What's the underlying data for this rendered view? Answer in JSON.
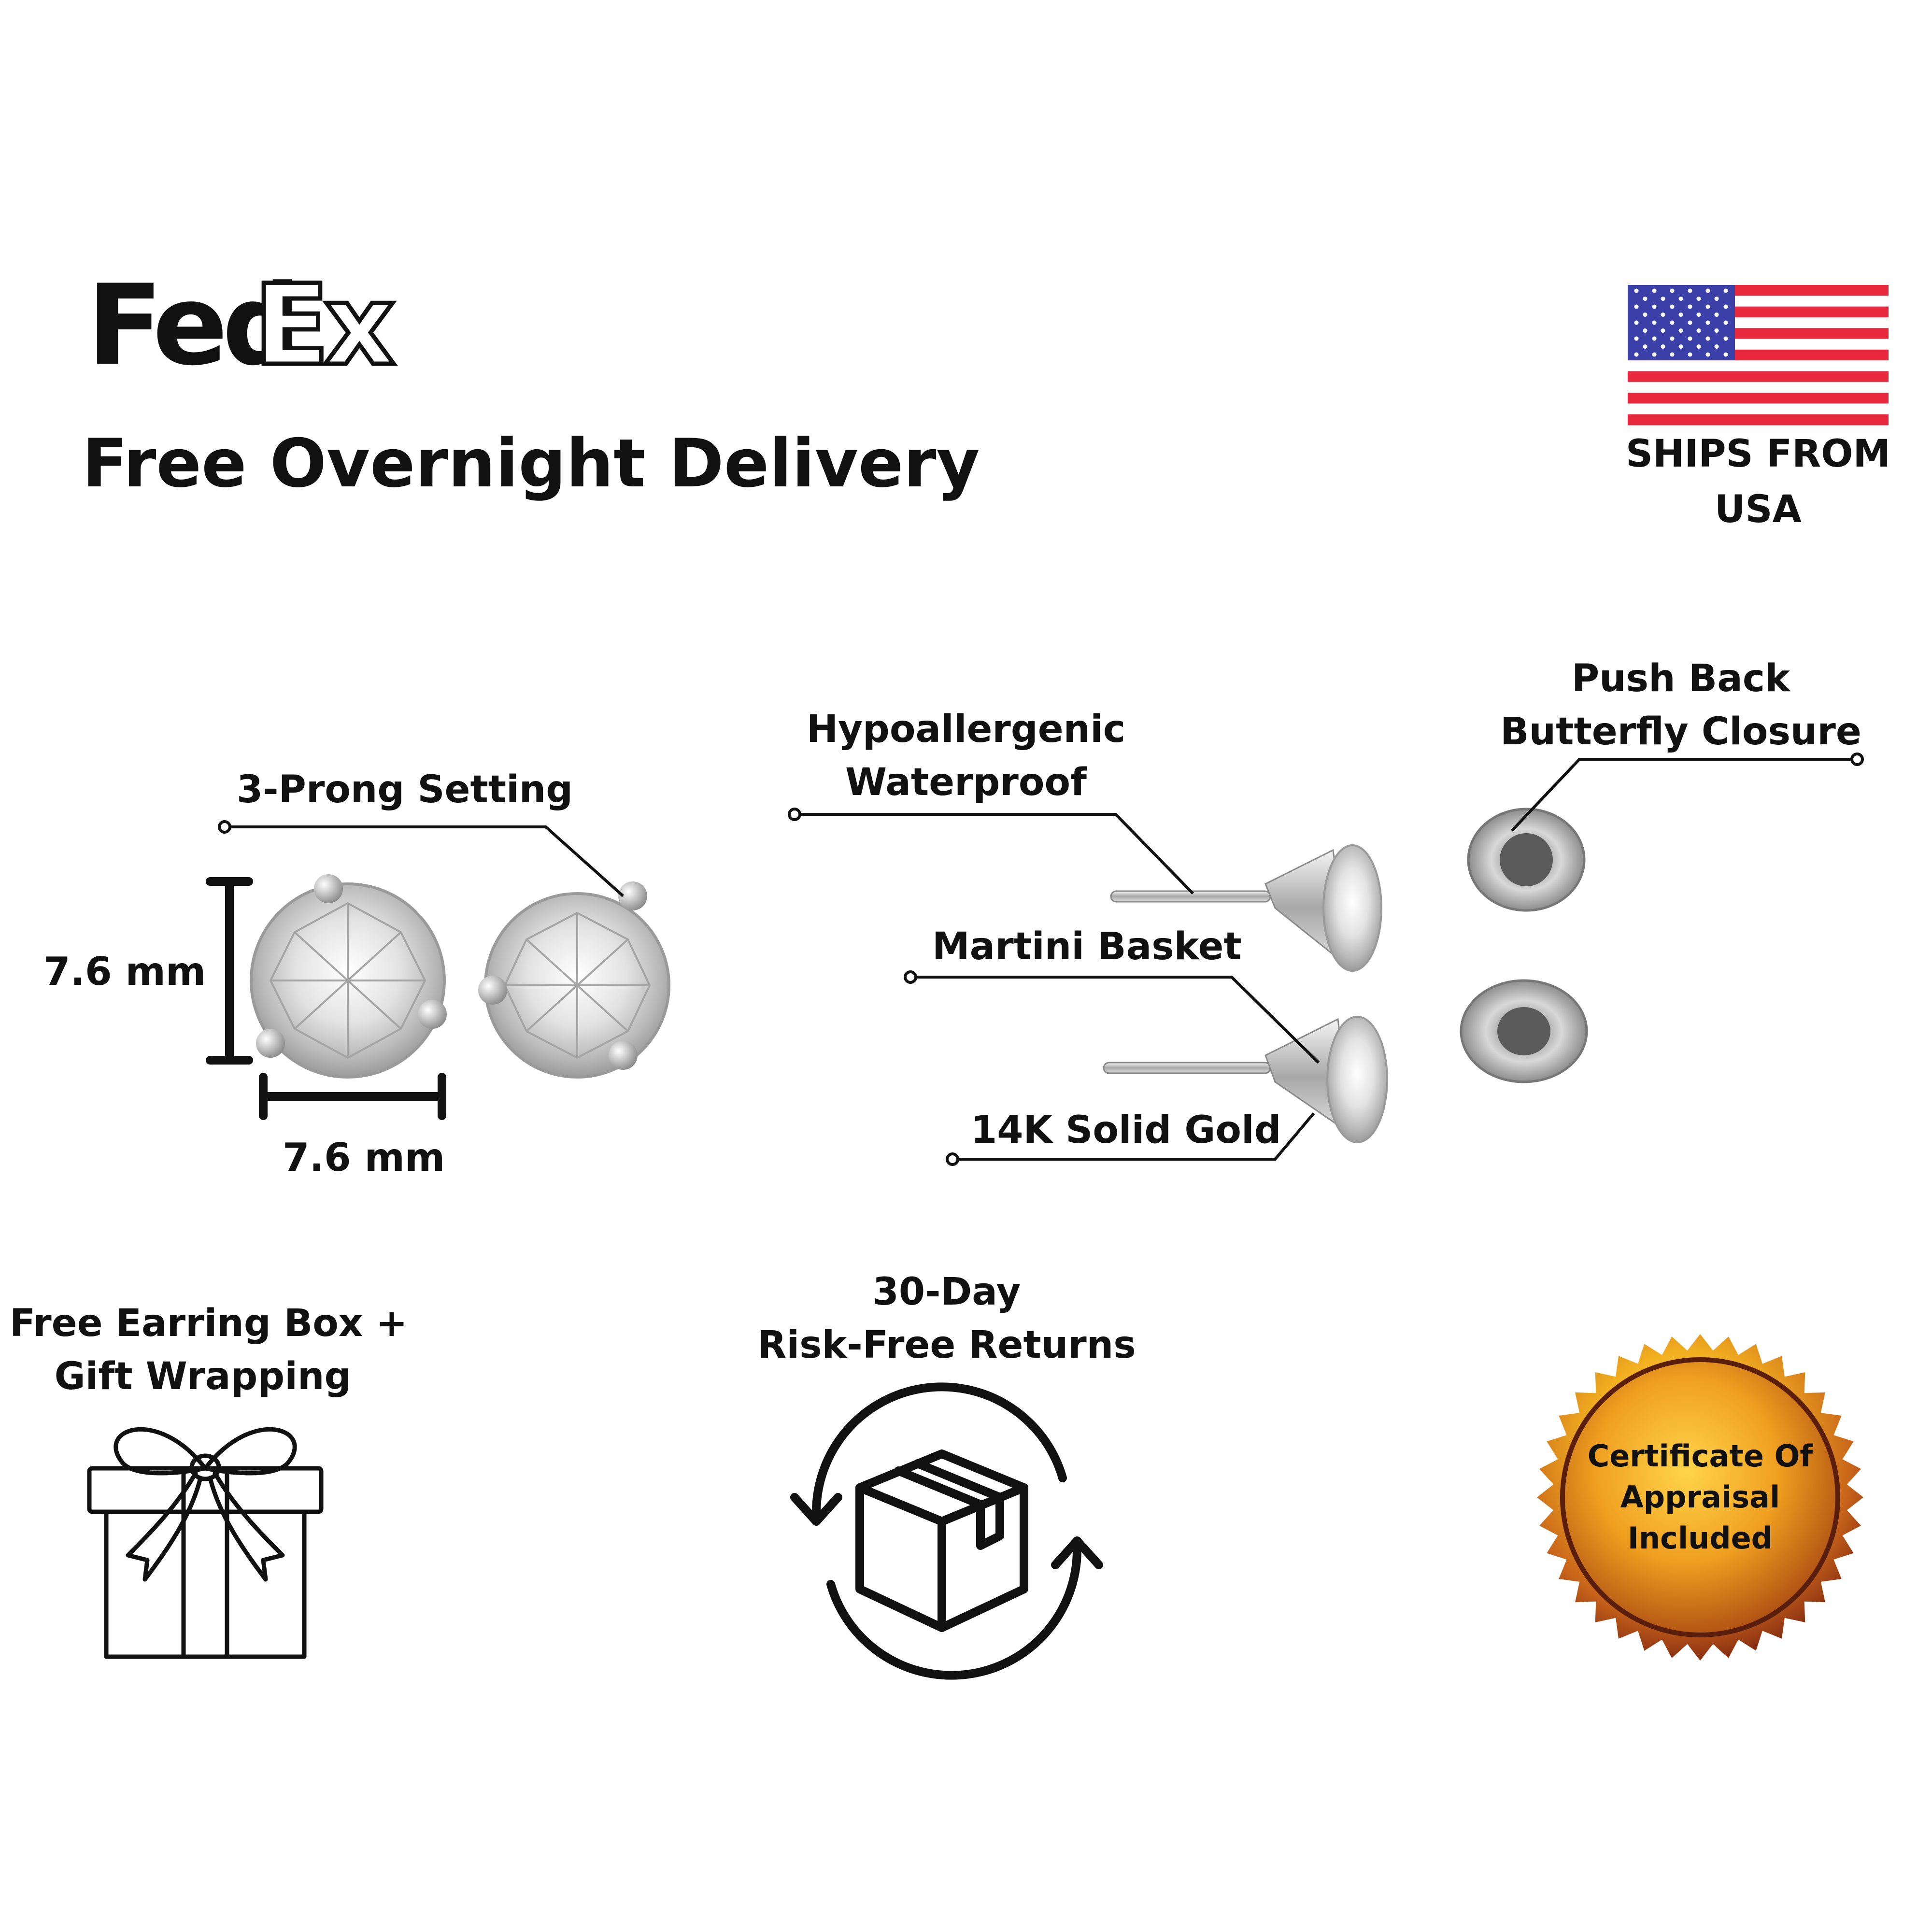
{
  "shipping": {
    "carrier_logo": {
      "part1": "Fed",
      "part2": "Ex"
    },
    "headline": "Free Overnight Delivery",
    "origin_line1": "SHIPS FROM",
    "origin_line2": "USA",
    "flag_icon": "usa-flag-icon"
  },
  "dimensions": {
    "height_label": "7.6 mm",
    "width_label": "7.6 mm"
  },
  "callouts": {
    "prong": "3-Prong Setting",
    "hypo_line1": "Hypoallergenic",
    "hypo_line2": "Waterproof",
    "push_line1": "Push Back",
    "push_line2": "Butterfly Closure",
    "martini": "Martini Basket",
    "gold": "14K Solid Gold"
  },
  "features": {
    "gift_line1": "Free Earring Box +",
    "gift_line2": "Gift Wrapping",
    "gift_icon": "gift-box-icon",
    "returns_line1": "30-Day",
    "returns_line2": "Risk-Free Returns",
    "returns_icon": "return-box-icon",
    "cert_line1": "Certificate Of",
    "cert_line2": "Appraisal",
    "cert_line3": "Included",
    "cert_icon": "gold-seal-icon"
  },
  "colors": {
    "flag_red": "#e8283c",
    "flag_blue": "#3b3fa8",
    "seal_gold": "#f2b020",
    "seal_dark": "#6a2a10",
    "text": "#111111"
  }
}
